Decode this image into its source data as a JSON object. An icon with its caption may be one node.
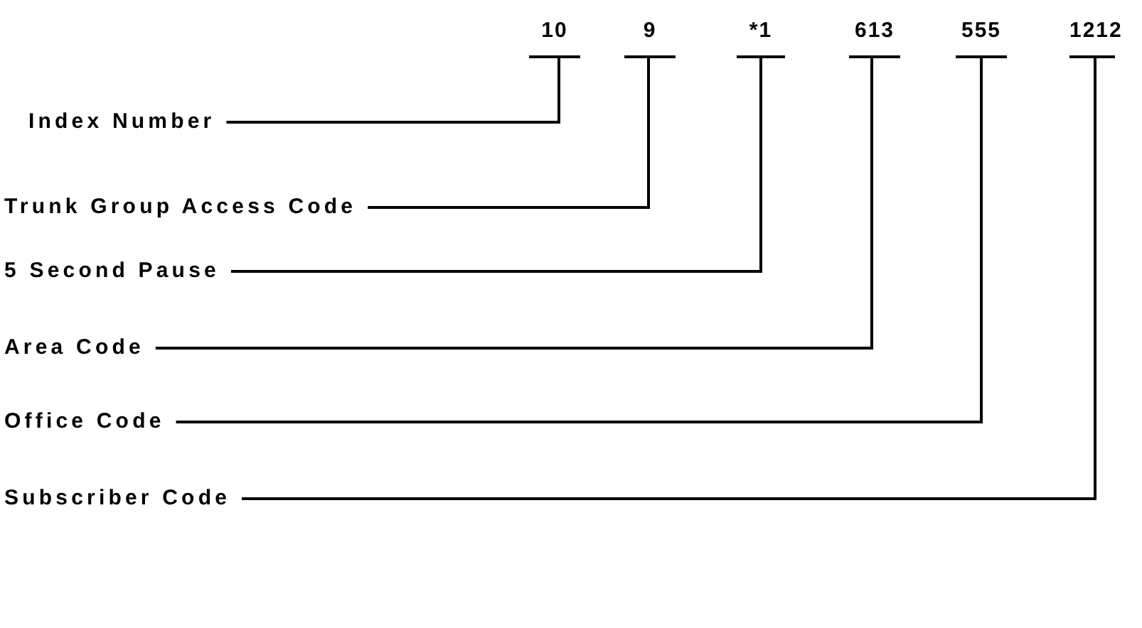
{
  "diagram": {
    "nodes": [
      {
        "text": [
          "10"
        ]
      },
      {
        "text": [
          "9"
        ]
      },
      {
        "text": [
          "*1"
        ]
      },
      {
        "text": [
          "613"
        ]
      },
      {
        "text": [
          "555"
        ]
      },
      {
        "text": [
          "1212"
        ]
      },
      {
        "text": [
          "Index Number"
        ]
      },
      {
        "text": [
          "Trunk Group Access Code"
        ]
      },
      {
        "text": [
          "5 Second Pause"
        ]
      },
      {
        "text": [
          "Area Code"
        ]
      },
      {
        "text": [
          "Office Code"
        ]
      },
      {
        "text": [
          "Subscriber Code"
        ]
      }
    ],
    "edges": [
      {
        "from": 6,
        "to": 0,
        "arrow": "none"
      },
      {
        "from": 7,
        "to": 1,
        "arrow": "none"
      },
      {
        "from": 8,
        "to": 2,
        "arrow": "none"
      },
      {
        "from": 9,
        "to": 3,
        "arrow": "none"
      },
      {
        "from": 10,
        "to": 4,
        "arrow": "none"
      },
      {
        "from": 11,
        "to": 5,
        "arrow": "none"
      }
    ]
  }
}
